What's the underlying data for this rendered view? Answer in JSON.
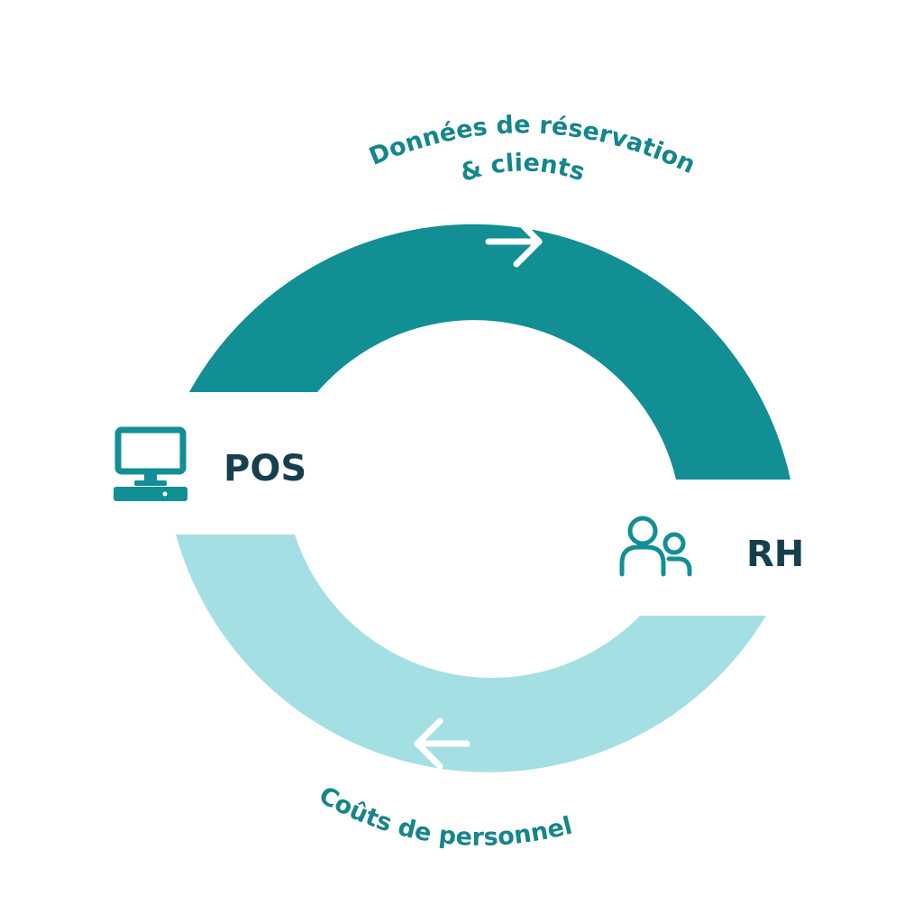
{
  "colors": {
    "dark_teal": "#118f95",
    "light_teal": "#a4e0e3",
    "label_teal": "#14868c",
    "node_text": "#163f4e",
    "arrow": "#ffffff"
  },
  "top_flow": {
    "line1": "Données de réservation",
    "line2": "& clients",
    "direction": "right-arrow-icon"
  },
  "bottom_flow": {
    "label": "Coûts de personnel",
    "direction": "left-arrow-icon"
  },
  "nodes": {
    "pos": {
      "label": "POS",
      "icon": "computer-icon"
    },
    "rh": {
      "label": "RH",
      "icon": "users-icon"
    }
  }
}
